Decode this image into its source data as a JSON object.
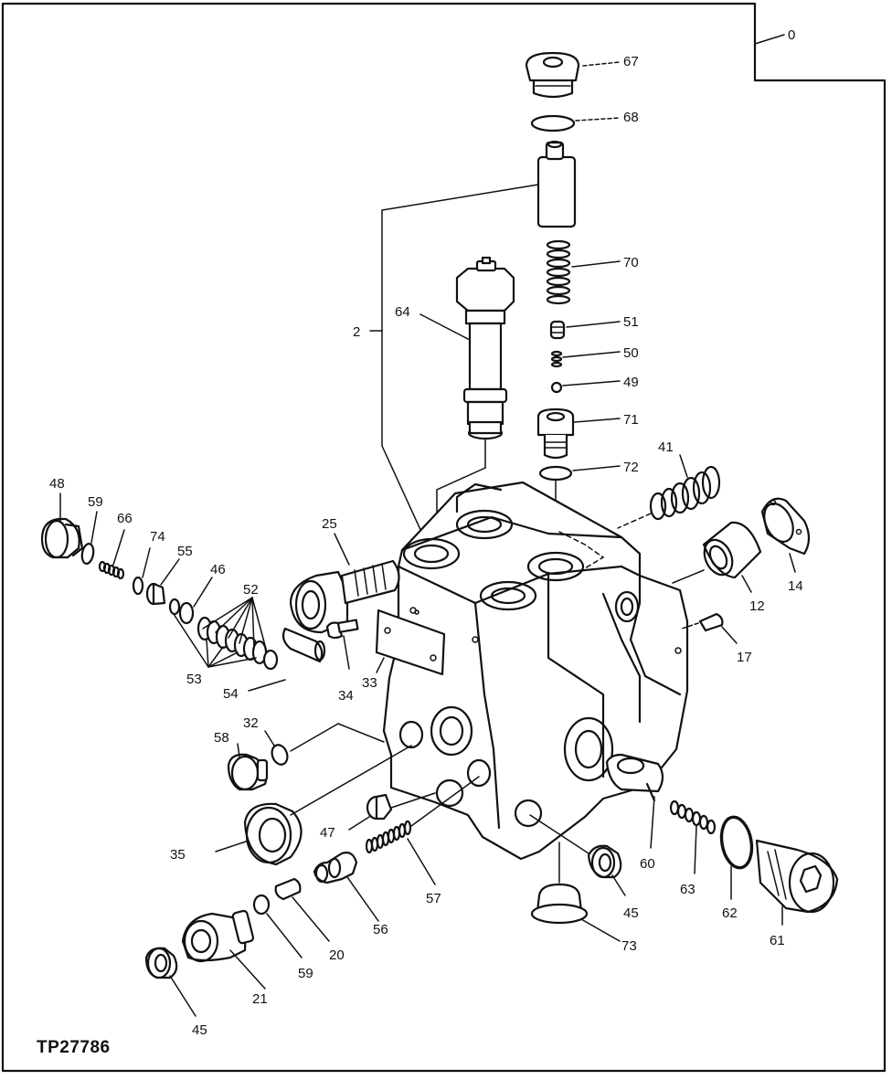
{
  "figure_code": "TP27786",
  "callouts": {
    "c0": "0",
    "c67": "67",
    "c68": "68",
    "c70": "70",
    "c51": "51",
    "c50": "50",
    "c49": "49",
    "c71": "71",
    "c72": "72",
    "c64": "64",
    "c2": "2",
    "c41": "41",
    "c14": "14",
    "c12": "12",
    "c17": "17",
    "c48": "48",
    "c59a": "59",
    "c66": "66",
    "c74": "74",
    "c55": "55",
    "c46": "46",
    "c52": "52",
    "c53": "53",
    "c25": "25",
    "c54": "54",
    "c34": "34",
    "c33": "33",
    "c32": "32",
    "c58": "58",
    "c35": "35",
    "c47": "47",
    "c57": "57",
    "c56": "56",
    "c20": "20",
    "c59b": "59",
    "c21": "21",
    "c45a": "45",
    "c45b": "45",
    "c73": "73",
    "c60": "60",
    "c63": "63",
    "c62": "62",
    "c61": "61"
  }
}
